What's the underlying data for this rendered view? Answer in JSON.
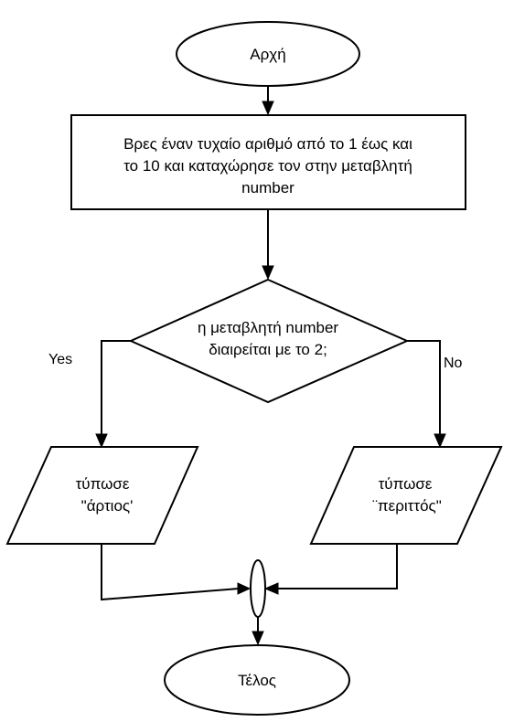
{
  "nodes": {
    "start": {
      "text": "Αρχή"
    },
    "process": {
      "line1": "Βρες έναν τυχαίο αριθμό από το 1 έως και",
      "line2": "το 10 και καταχώρησε τον στην μεταβλητή",
      "line3": "number"
    },
    "decision": {
      "line1": "η μεταβλητή number",
      "line2": "διαιρείται με το 2;"
    },
    "output_even": {
      "line1": "τύπωσε",
      "line2": "\"άρτιος'"
    },
    "output_odd": {
      "line1": "τύπωσε",
      "line2": "¨περιττός\""
    },
    "end": {
      "text": "Τέλος"
    }
  },
  "edges": {
    "yes_label": "Yes",
    "no_label": "No"
  }
}
